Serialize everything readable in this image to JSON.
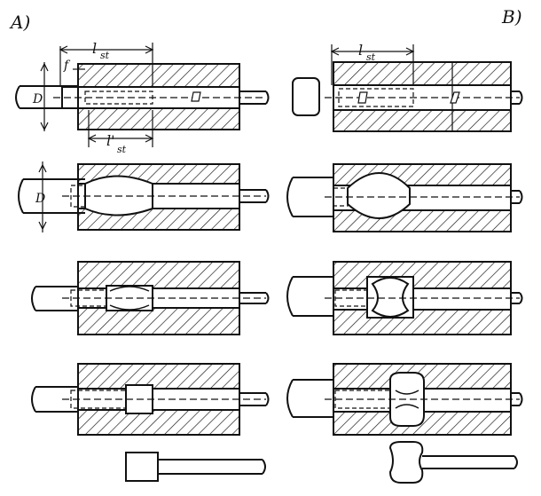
{
  "panels": {
    "left_label": "A)",
    "right_label": "B)"
  },
  "dimensions": {
    "left_top": "l",
    "left_top_sub": "st",
    "left_mid": "l'",
    "left_mid_sub": "st",
    "right_top": "l",
    "right_top_sub": "st",
    "feed": "f",
    "diameter": "D"
  },
  "colors": {
    "ink": "#111111",
    "paper": "#ffffff"
  }
}
